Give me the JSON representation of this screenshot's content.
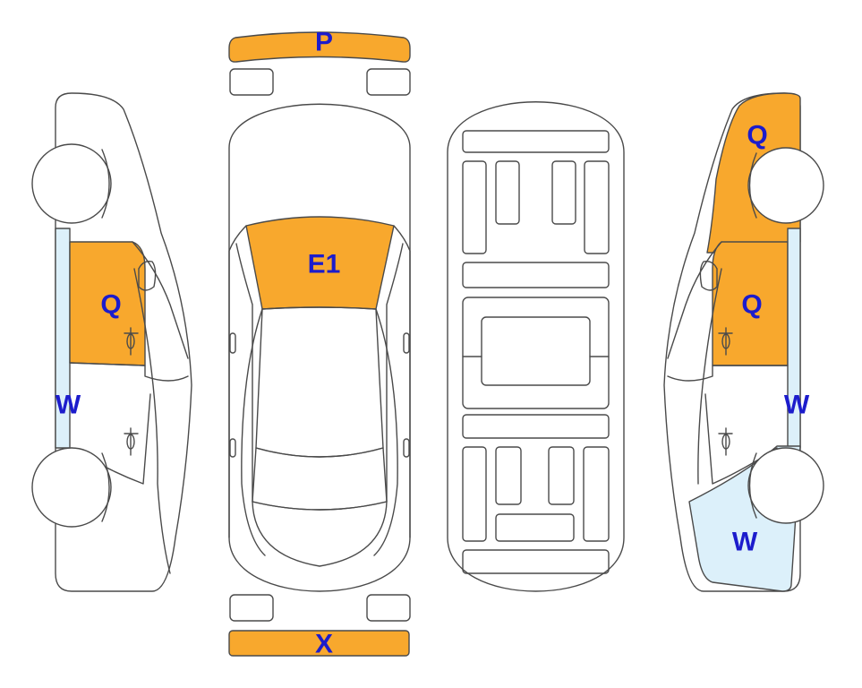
{
  "colors": {
    "damaged": "#f8a82d",
    "scratched": "#dcf0fa",
    "label": "#1c1ccc",
    "outline": "#4a4a4a"
  },
  "labels": {
    "front_bumper": "P",
    "rear_bumper": "X",
    "hood": "E1",
    "left_front_door": "Q",
    "left_rocker": "W",
    "right_front_door": "Q",
    "right_front_fender": "Q",
    "right_rocker": "W",
    "right_rear_quarter": "W"
  }
}
